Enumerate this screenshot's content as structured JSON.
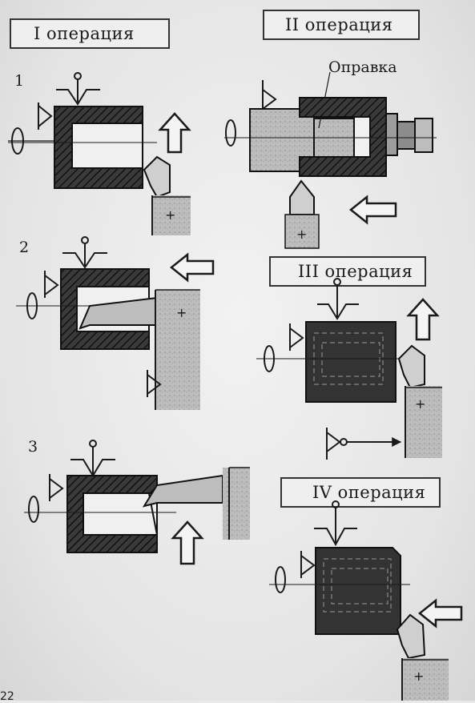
{
  "operations": {
    "op1": "I операция",
    "op2": "II операция",
    "op3": "III операция",
    "op4": "IV операция"
  },
  "steps": {
    "s1": "1",
    "s2": "2",
    "s3": "3"
  },
  "labels": {
    "mandrel": "Оправка"
  },
  "footer": {
    "corner": "22"
  },
  "colors": {
    "part_fill": "#2e2e2e",
    "tool_fill": "#c9c9c9",
    "holder_fill": "#d2d2d2",
    "line": "#1a1a1a"
  }
}
